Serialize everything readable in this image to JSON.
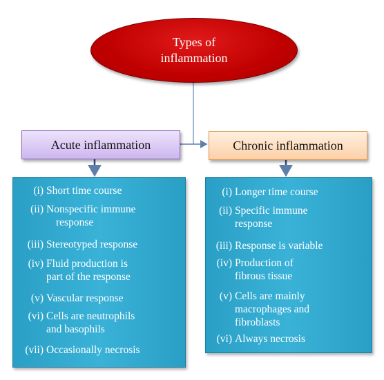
{
  "root": {
    "line1": "Types of",
    "line2": "inflammation"
  },
  "categories": {
    "acute": "Acute inflammation",
    "chronic": "Chronic inflammation"
  },
  "acute_items": [
    {
      "num": "(i)",
      "lines": [
        "Short time course"
      ]
    },
    {
      "num": "(ii)",
      "lines": [
        "Nonspecific immune",
        "response"
      ]
    },
    {
      "num": "(iii)",
      "lines": [
        "Stereotyped response"
      ]
    },
    {
      "num": "(iv)",
      "lines": [
        "Fluid production is",
        "part of the response"
      ]
    },
    {
      "num": "(v)",
      "lines": [
        "Vascular response"
      ]
    },
    {
      "num": "(vi)",
      "lines": [
        "Cells are neutrophils",
        "and basophils"
      ]
    },
    {
      "num": "(vii)",
      "lines": [
        "Occasionally necrosis"
      ]
    }
  ],
  "chronic_items": [
    {
      "num": "(i)",
      "lines": [
        "Longer time course"
      ]
    },
    {
      "num": "(ii)",
      "lines": [
        "Specific immune",
        "response"
      ]
    },
    {
      "num": "(iii)",
      "lines": [
        "Response is variable"
      ]
    },
    {
      "num": "(iv)",
      "lines": [
        "Production of",
        "fibrous tissue"
      ]
    },
    {
      "num": "(v)",
      "lines": [
        "Cells are mainly",
        "macrophages and",
        "fibroblasts"
      ]
    },
    {
      "num": "(vi)",
      "lines": [
        "Always necrosis"
      ]
    }
  ],
  "colors": {
    "root_fill": "#c00000",
    "acute_fill": "#d9c8f5",
    "chronic_fill": "#fde0c4",
    "panel_fill": "#31a8d0",
    "connector": "#7f9fc4"
  }
}
